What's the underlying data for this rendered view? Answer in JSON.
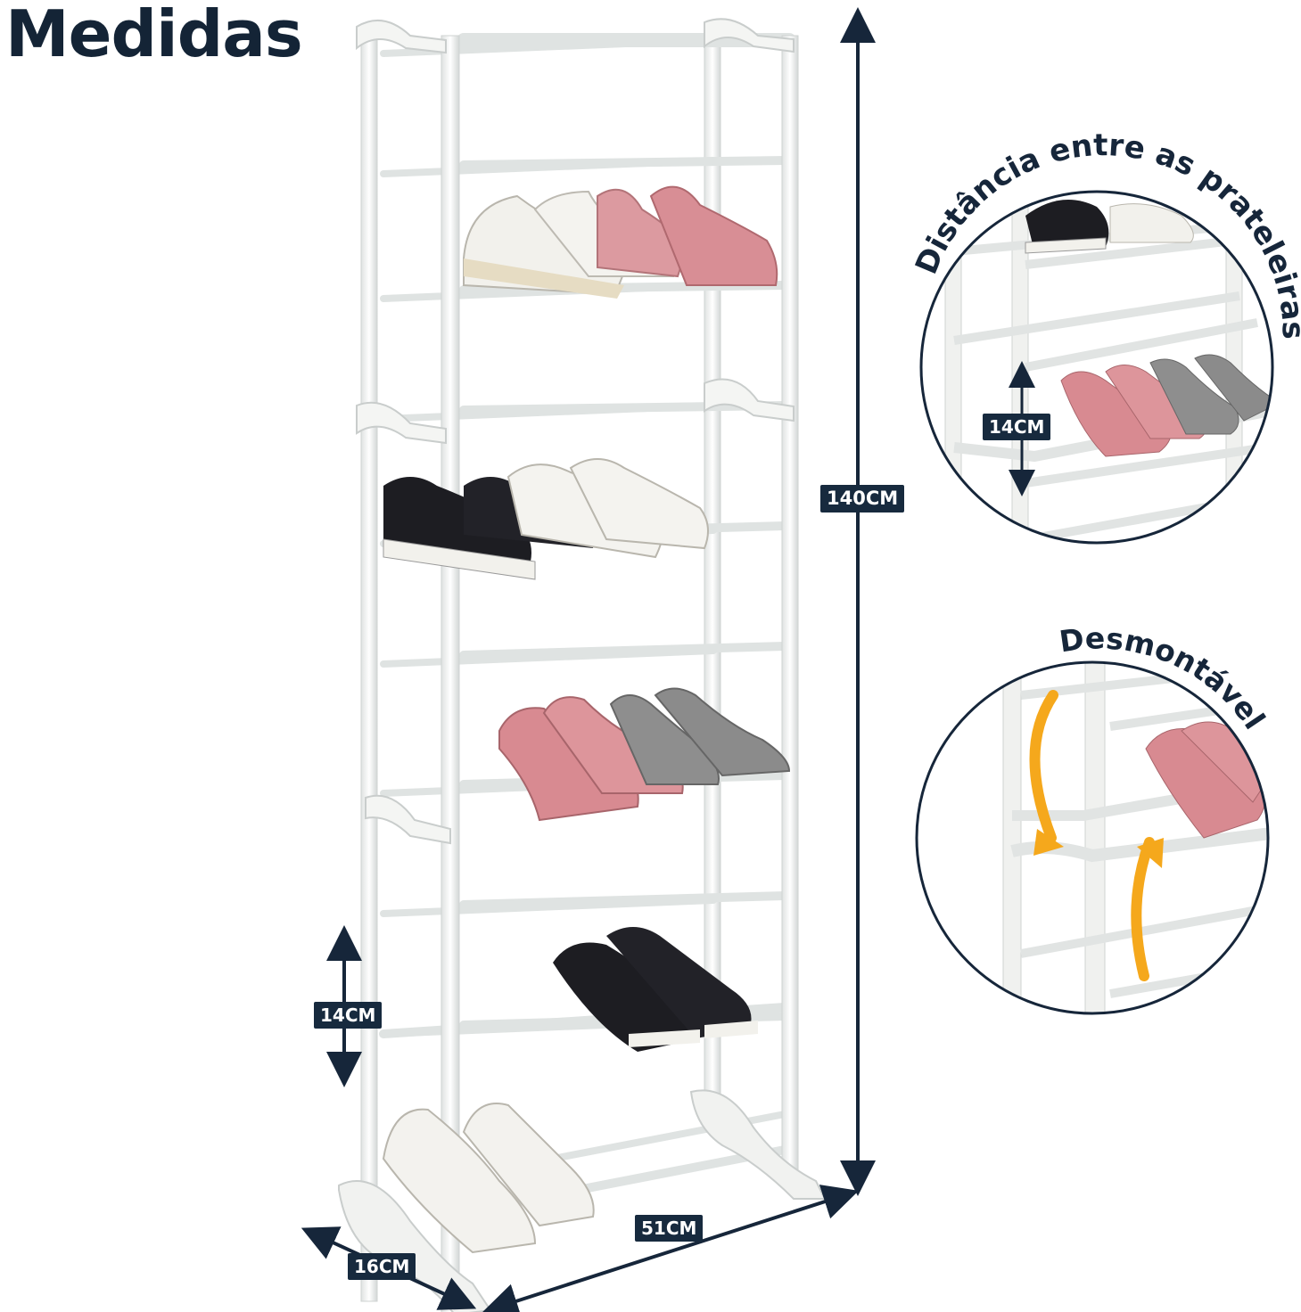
{
  "title": "Medidas",
  "dimensions": {
    "height": "140CM",
    "shelf_gap": "14CM",
    "depth": "16CM",
    "width": "51CM"
  },
  "insets": {
    "shelf_distance": {
      "caption": "Distância entre as prateleiras",
      "measure": "14CM"
    },
    "detachable": {
      "caption": "Desmontável"
    }
  },
  "colors": {
    "text": "#16263a",
    "tag_bg": "#172a3e",
    "rack": "#f3f4f2",
    "rack_edge": "#cfd3d2",
    "arrow_accent": "#f5a81c",
    "shoe_pink": "#d9868c",
    "shoe_gray": "#8c8c8c",
    "shoe_black": "#1c1c22",
    "shoe_white": "#f2f1ec"
  }
}
